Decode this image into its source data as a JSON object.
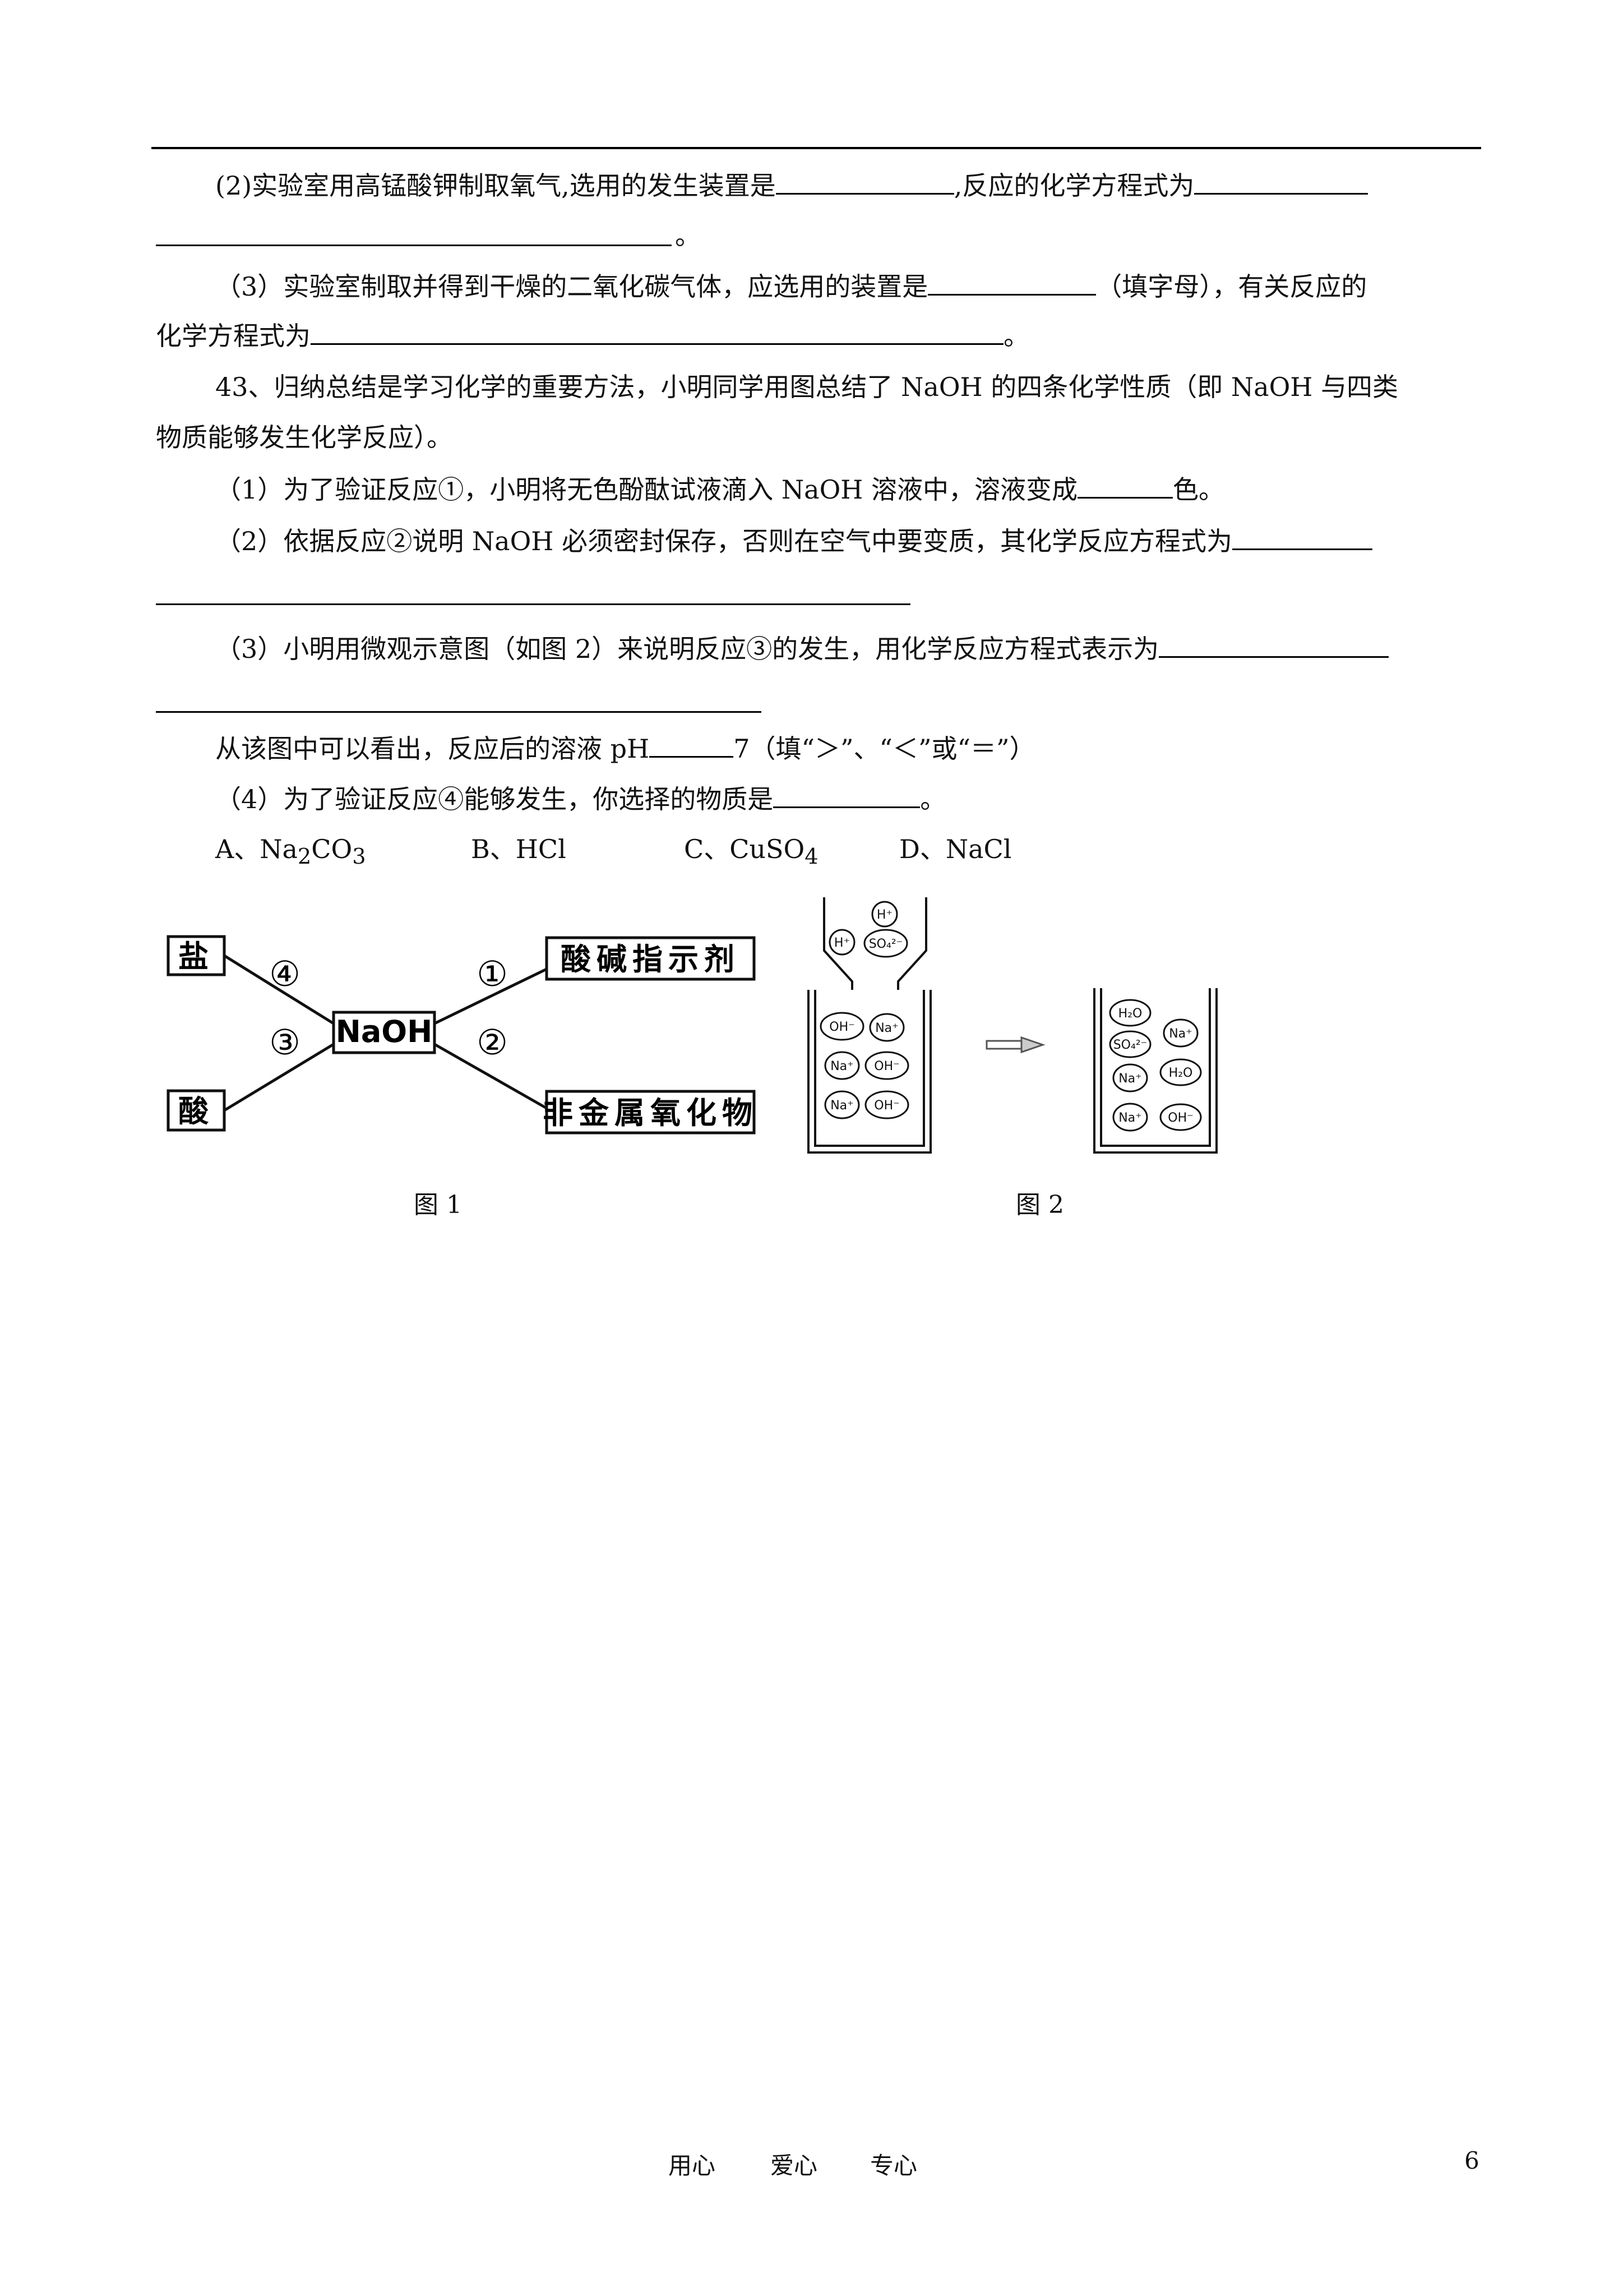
{
  "q42": {
    "p2_a": "(2)实验室用高锰酸钾制取氧气,选用的发生装置是",
    "p2_b": ",反应的化学方程式为",
    "p2_end": "。",
    "p3_a": "（3）实验室制取并得到干燥的二氧化碳气体，应选用的装置是",
    "p3_b": "（填字母），有关反应的",
    "p3_c": "化学方程式为",
    "p3_end": "。"
  },
  "q43": {
    "intro1": "43、归纳总结是学习化学的重要方法，小明同学用图总结了 NaOH 的四条化学性质（即 NaOH 与四类",
    "intro2": "物质能够发生化学反应）。",
    "s1_a": "（1）为了验证反应①，小明将无色酚酞试液滴入 NaOH 溶液中，溶液变成",
    "s1_b": "色。",
    "s2": "（2）依据反应②说明 NaOH 必须密封保存，否则在空气中要变质，其化学反应方程式为",
    "s3": "（3）小明用微观示意图（如图 2）来说明反应③的发生，用化学反应方程式表示为",
    "ph_a": "从该图中可以看出，反应后的溶液 pH",
    "ph_b": "7（填“＞”、“＜”或“＝”）",
    "s4_a": "（4）为了验证反应④能够发生，你选择的物质是",
    "s4_end": "。",
    "options": {
      "a_prefix": "A、Na",
      "a_sub1": "2",
      "a_mid": "CO",
      "a_sub2": "3",
      "b": "B、HCl",
      "c_prefix": "C、CuSO",
      "c_sub": "4",
      "d": "D、NaCl"
    }
  },
  "figure1": {
    "center": "NaOH",
    "salt": "盐",
    "acid": "酸",
    "indicator": "酸碱指示剂",
    "nonmetal_oxide": "非金属氧化物",
    "n1": "①",
    "n2": "②",
    "n3": "③",
    "n4": "④",
    "caption": "图 1"
  },
  "figure2": {
    "caption": "图 2",
    "acid_ions": [
      "H⁺",
      "H⁺",
      "SO₄²⁻"
    ],
    "before_ions": [
      "OH⁻",
      "Na⁺",
      "Na⁺",
      "OH⁻",
      "Na⁺",
      "OH⁻"
    ],
    "after_ions": [
      "H₂O",
      "SO₄²⁻",
      "Na⁺",
      "Na⁺",
      "H₂O",
      "Na⁺",
      "OH⁻"
    ]
  },
  "footer": {
    "slogan1": "用心",
    "slogan2": "爱心",
    "slogan3": "专心",
    "page": "6"
  }
}
